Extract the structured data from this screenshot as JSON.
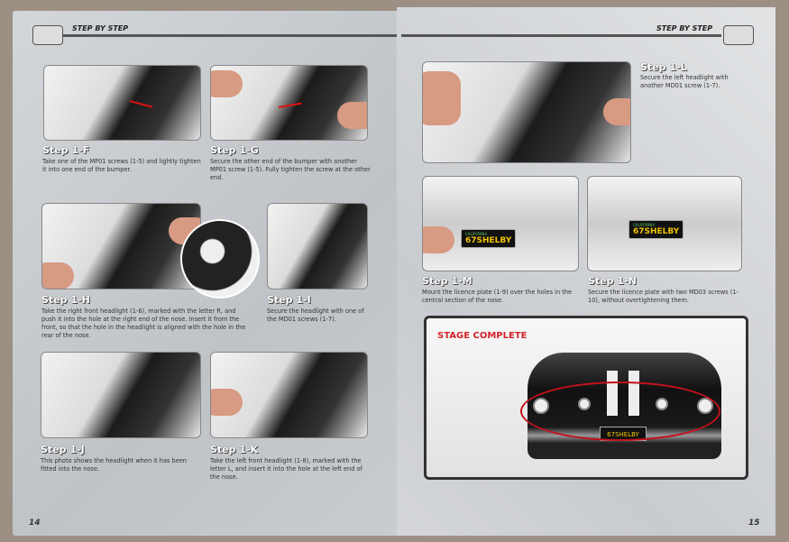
{
  "header": {
    "left_title": "STEP BY STEP",
    "right_title": "STEP BY STEP"
  },
  "left_page": {
    "page_number": "14",
    "steps": [
      {
        "label": "Step 1-F",
        "text": "Take one of the MP01 screws (1-5) and lightly tighten it into one end of the bumper."
      },
      {
        "label": "Step 1-G",
        "text": "Secure the other end of the bumper with another MP01 screw (1-5). Fully tighten the screw at the other end."
      },
      {
        "label": "Step 1-H",
        "text": "Take the right front headlight (1-6), marked with the letter R, and push it into the hole at the right end of the nose. Insert it from the front, so that the hole in the headlight is aligned with the hole in the rear of the nose."
      },
      {
        "label": "Step 1-I",
        "text": "Secure the headlight with one of the MD01 screws (1-7)."
      },
      {
        "label": "Step 1-J",
        "text": "This photo shows the headlight when it has been fitted into the nose."
      },
      {
        "label": "Step 1-K",
        "text": "Take the left front headlight (1-8), marked with the letter L, and insert it into the hole at the left end of the nose."
      }
    ]
  },
  "right_page": {
    "page_number": "15",
    "steps": [
      {
        "label": "Step 1-L",
        "text": "Secure the left headlight with another MD01 screw (1-7)."
      },
      {
        "label": "Step 1-M",
        "text": "Mount the licence plate (1-9) over the holes in the central section of the nose."
      },
      {
        "label": "Step 1-N",
        "text": "Secure the licence plate with two MD03 screws (1-10), without overtightening them."
      }
    ],
    "stage_complete": "STAGE COMPLETE",
    "plate": {
      "state": "CALIFORNIA",
      "number": "67SHELBY"
    }
  },
  "colors": {
    "accent_red": "#d3222a"
  }
}
